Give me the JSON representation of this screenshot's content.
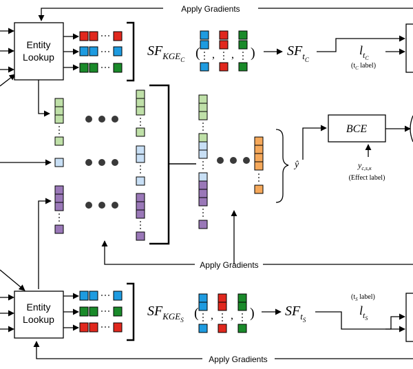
{
  "labels": {
    "apply_top": "Apply Gradients",
    "apply_middle": "Apply Gradients",
    "apply_bottom": "Apply Gradients",
    "entity_lookup_top_line1": "Entity",
    "entity_lookup_top_line2": "Lookup",
    "entity_lookup_bottom_line1": "Entity",
    "entity_lookup_bottom_line2": "Lookup",
    "sf_kge_c": "SF",
    "sf_kge_c_sub": "KGE",
    "sf_kge_c_subsub": "C",
    "sf_t_c": "SF",
    "sf_t_c_sub": "t",
    "sf_t_c_subsub": "C",
    "l_t_c": "l",
    "l_t_c_sub": "t",
    "l_t_c_subsub": "C",
    "t_c_label": "(t",
    "t_c_label_sub": "C",
    "t_c_label_rest": " label)",
    "bce": "BCE",
    "y_hat": "ŷ",
    "y_c_s_kappa": "y",
    "y_c_s_kappa_sub": "c,s,κ",
    "effect_label": "(Effect label)",
    "sf_kge_s": "SF",
    "sf_kge_s_sub": "KGE",
    "sf_kge_s_subsub": "S",
    "sf_t_s": "SF",
    "sf_t_s_sub": "t",
    "sf_t_s_subsub": "S",
    "l_t_s": "l",
    "l_t_s_sub": "t",
    "l_t_s_subsub": "S",
    "t_s_label": "(t",
    "t_s_label_sub": "S",
    "t_s_label_rest": " label)",
    "paren_open": "(",
    "paren_close": ")",
    "comma": ","
  },
  "colors": {
    "red": "#e0281e",
    "blue": "#1e9be0",
    "green": "#1a8a2a",
    "light_green": "#bfe0a8",
    "light_blue": "#c8dff5",
    "purple": "#9a78b8",
    "orange": "#f5a85a",
    "dot": "#3a3a3a"
  }
}
